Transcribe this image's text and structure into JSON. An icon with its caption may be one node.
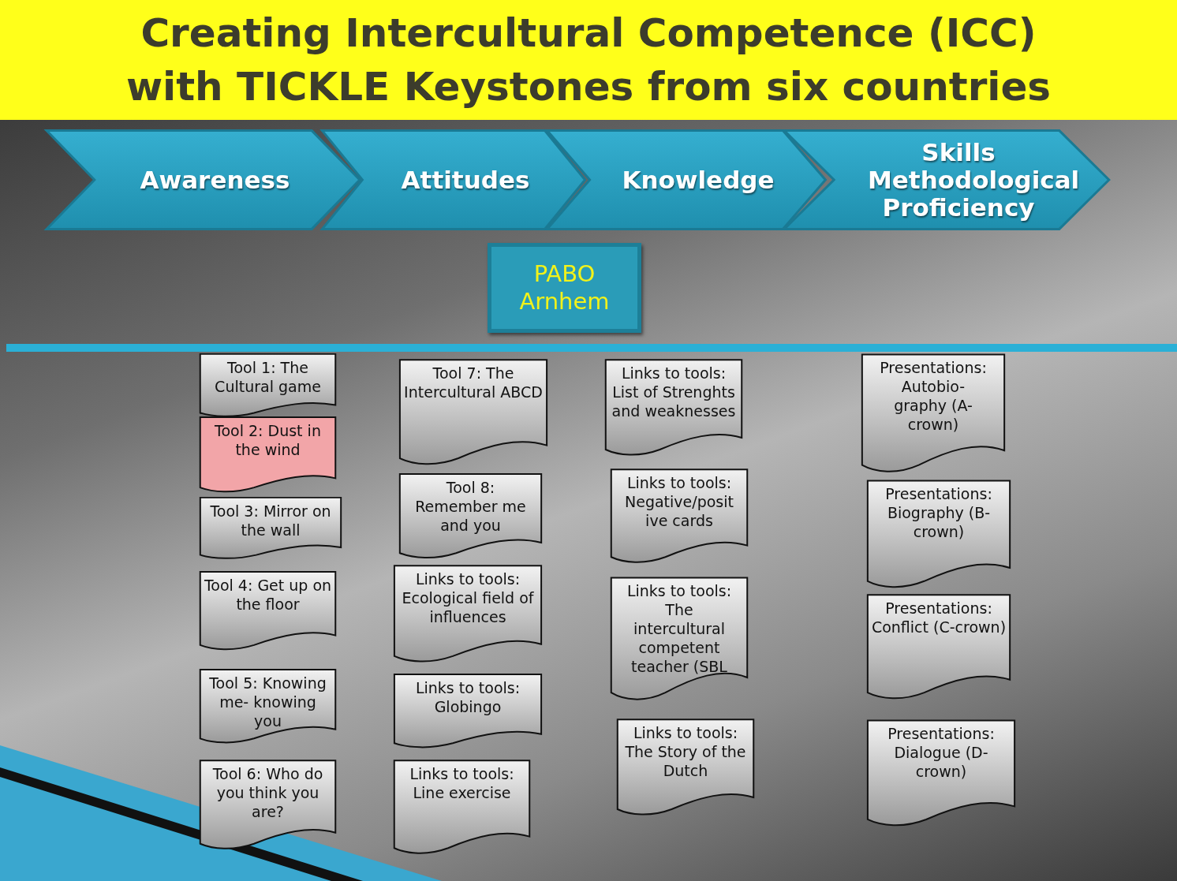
{
  "diagram": {
    "title": "Creating  Intercultural Competence (ICC) with TICKLE  Keystones from six countries",
    "nodes": [
      {
        "text": [
          "Awareness"
        ]
      },
      {
        "text": [
          "Attitudes"
        ]
      },
      {
        "text": [
          "Knowledge"
        ]
      },
      {
        "text": [
          "Skills Methodological Proficiency"
        ]
      },
      {
        "text": [
          "PABO Arnhem"
        ]
      },
      {
        "text": [
          "Tool 1: The Cultural game"
        ]
      },
      {
        "text": [
          "Tool 2: Dust in the wind"
        ]
      },
      {
        "text": [
          "Tool 3: Mirror on the wall"
        ]
      },
      {
        "text": [
          "Tool 4: Get up on the floor"
        ]
      },
      {
        "text": [
          "Tool 5: Knowing me- knowing you"
        ]
      },
      {
        "text": [
          "Tool 6: Who do you think you are?"
        ]
      },
      {
        "text": [
          "Tool 7: The Intercultural ABCD"
        ]
      },
      {
        "text": [
          "Tool 8: Remember me and you"
        ]
      },
      {
        "text": [
          "Links to tools: Ecological field of influences"
        ]
      },
      {
        "text": [
          "Links to tools: Globingo"
        ]
      },
      {
        "text": [
          "Links to tools: Line exercise"
        ]
      },
      {
        "text": [
          "Links to tools: List of Strenghts and weaknesses"
        ]
      },
      {
        "text": [
          "Links to tools: Negative/positive cards"
        ]
      },
      {
        "text": [
          "Links to tools: The intercultural competent teacher (SBL"
        ]
      },
      {
        "text": [
          "Links to tools: The Story of the Dutch"
        ]
      },
      {
        "text": [
          "Presentations: Autobio-graphy (A- crown)"
        ]
      },
      {
        "text": [
          "Presentations: Biography (B- crown)"
        ]
      },
      {
        "text": [
          "Presentations: Conflict (C-crown)"
        ]
      },
      {
        "text": [
          "Presentations: Dialogue (D- crown)"
        ]
      }
    ]
  }
}
